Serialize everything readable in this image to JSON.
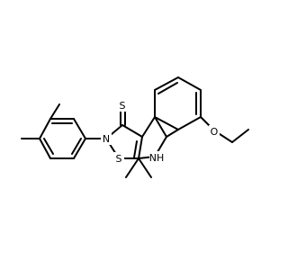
{
  "molecule": {
    "atoms": {
      "thione_s": "S",
      "ring_s": "S",
      "ring_n": "N",
      "ether_o": "O",
      "amine": "NH"
    }
  }
}
